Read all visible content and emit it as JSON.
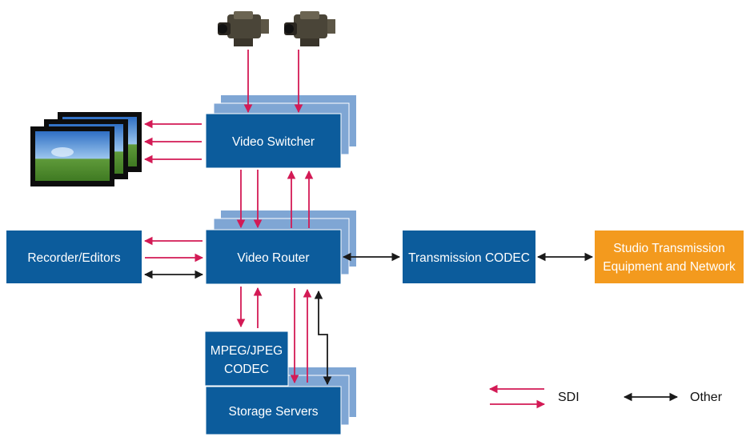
{
  "blocks": {
    "video_switcher": "Video Switcher",
    "video_router": "Video Router",
    "recorder_editors": "Recorder/Editors",
    "transmission_codec": "Transmission CODEC",
    "studio_transmission_line1": "Studio Transmission",
    "studio_transmission_line2": "Equipment and Network",
    "mpeg_jpeg_line1": "MPEG/JPEG",
    "mpeg_jpeg_line2": "CODEC",
    "storage_servers": "Storage Servers"
  },
  "legend": {
    "sdi": "SDI",
    "other": "Other"
  },
  "colors": {
    "block_blue": "#0c5c9c",
    "stack_blue": "#7fa6d4",
    "orange": "#f39a1e",
    "sdi_arrow": "#d31a55",
    "other_arrow": "#1a1a1a"
  },
  "icons": {
    "camera": "video-camera-icon",
    "monitor": "monitor-icon"
  }
}
